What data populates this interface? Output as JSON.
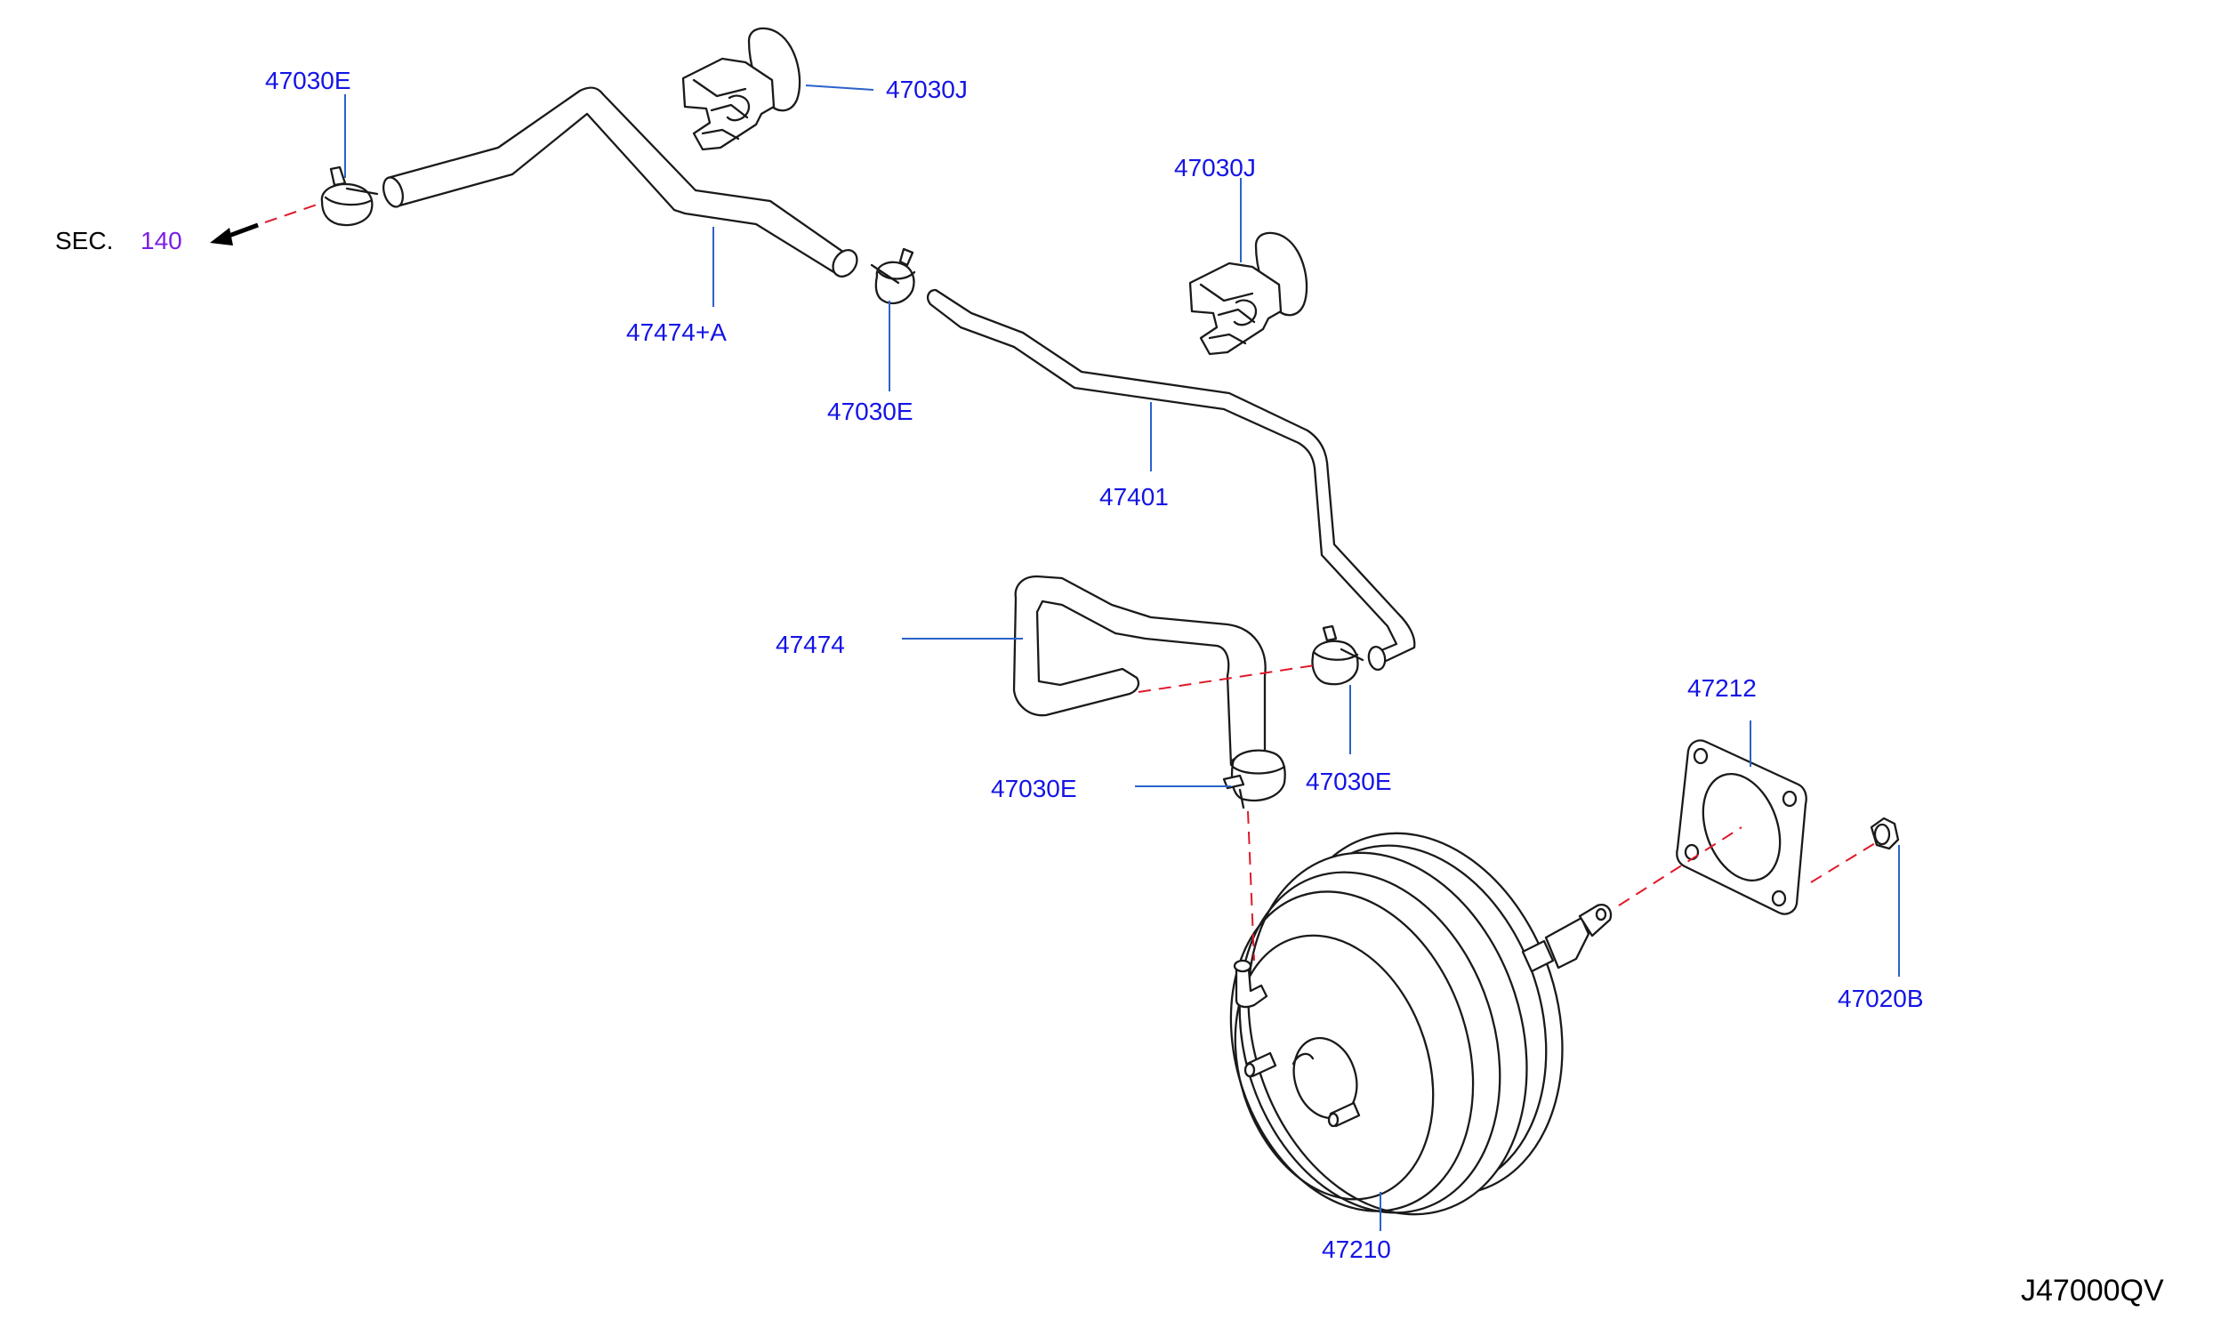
{
  "colors": {
    "part_label": "#1414e6",
    "leader_line": "#2b62c9",
    "section_ref": "#7a1ee6",
    "centerline": "#e0192a",
    "drawing": "#1a1a1a"
  },
  "section_ref": {
    "prefix": "SEC.",
    "number": "140"
  },
  "diagram_code": "J47000QV",
  "labels": {
    "clamp_top_left": "47030E",
    "clip_top": "47030J",
    "clip_mid": "47030J",
    "hose_upper": "47474+A",
    "clamp_upper_mid": "47030E",
    "tube_main": "47401",
    "hose_lower": "47474",
    "clamp_lower_left": "47030E",
    "clamp_lower_right": "47030E",
    "gasket": "47212",
    "nut": "47020B",
    "booster": "47210"
  },
  "icons": {
    "direction_arrow": "arrow-left-icon"
  }
}
